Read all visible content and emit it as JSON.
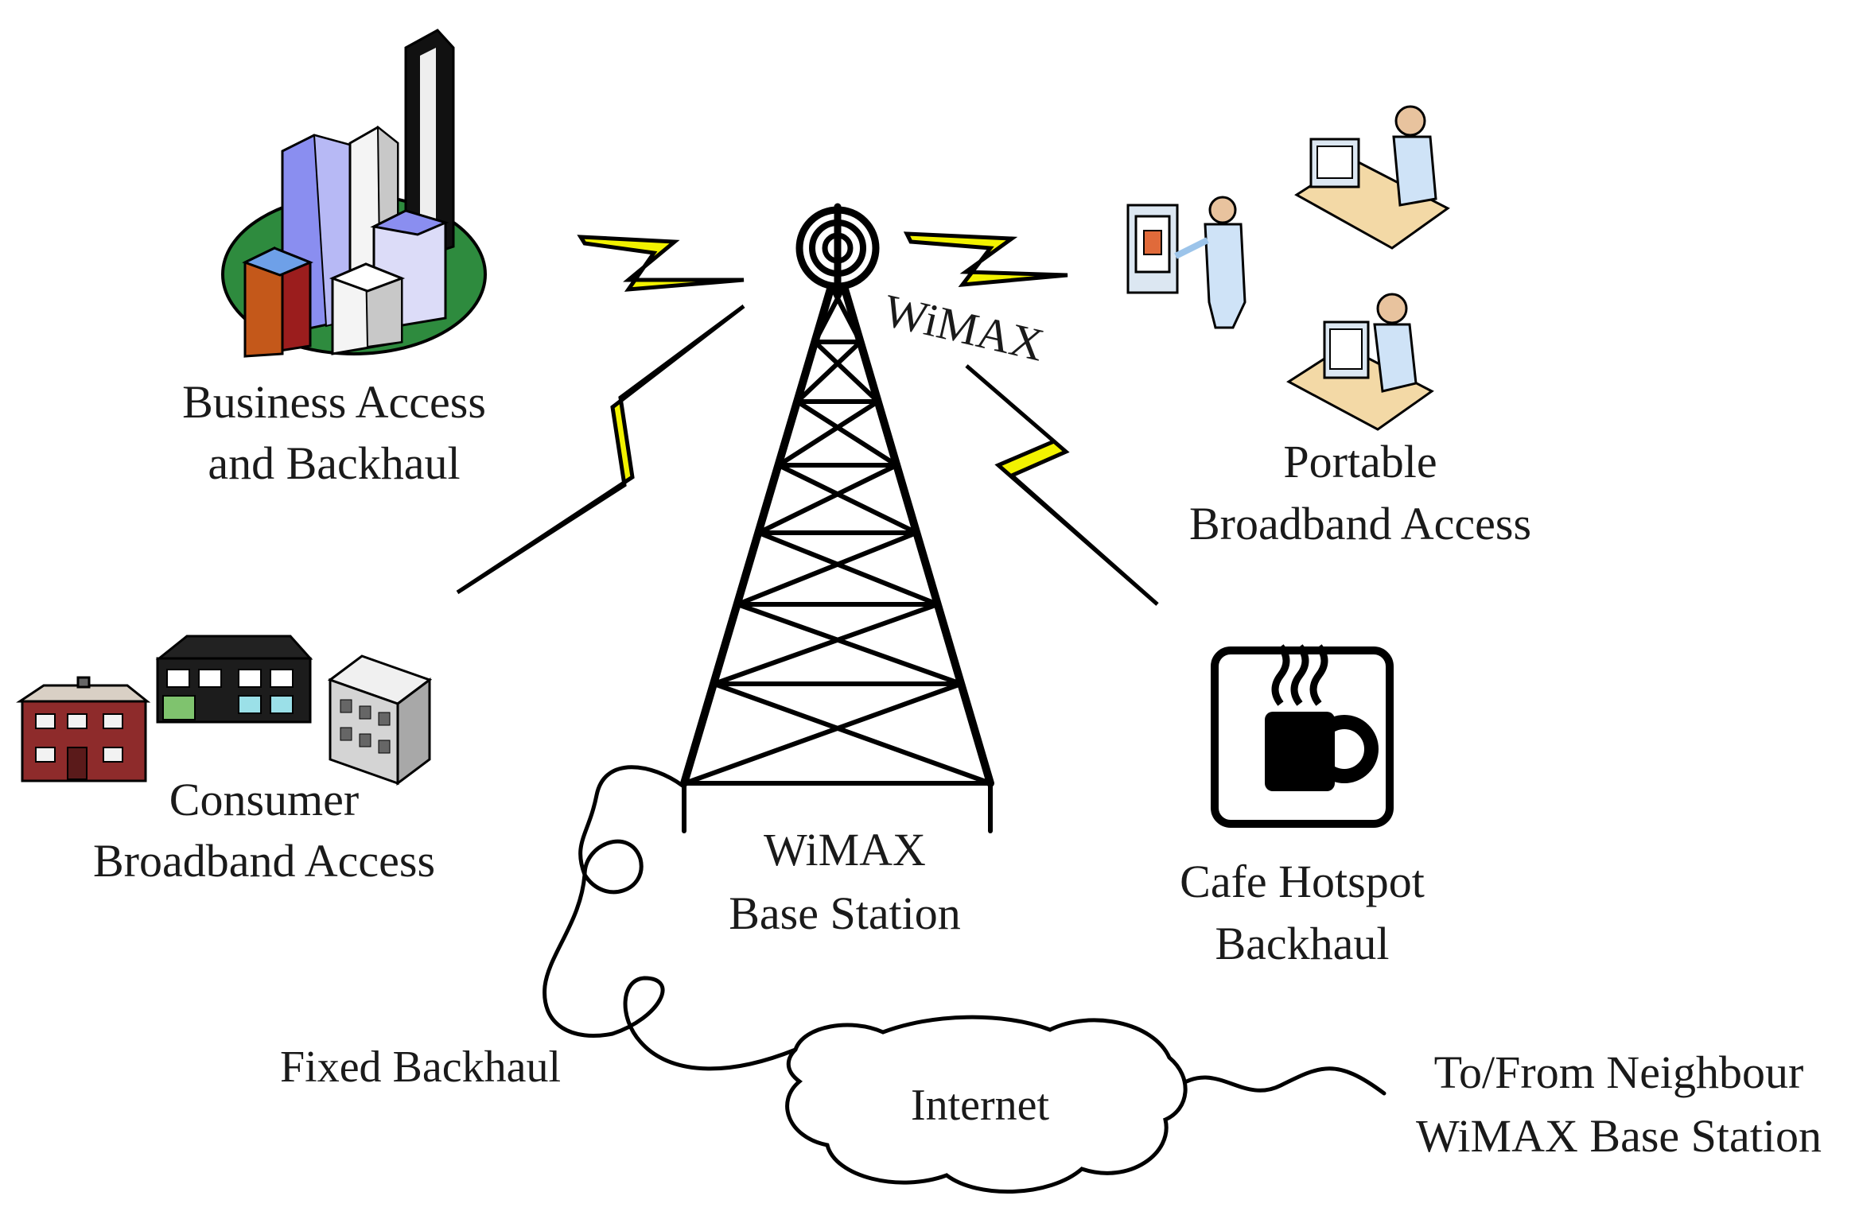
{
  "labels": {
    "business_line1": "Business Access",
    "business_line2": "and Backhaul",
    "portable_line1": "Portable",
    "portable_line2": "Broadband Access",
    "consumer_line1": "Consumer",
    "consumer_line2": "Broadband Access",
    "base_line1": "WiMAX",
    "base_line2": "Base Station",
    "cafe_line1": "Cafe Hotspot",
    "cafe_line2": "Backhaul",
    "wimax_tag": "WiMAX",
    "fixed_backhaul": "Fixed Backhaul",
    "internet": "Internet",
    "neighbour_line1": "To/From Neighbour",
    "neighbour_line2": "WiMAX Base Station"
  },
  "icons": {
    "business": "office-buildings-icon",
    "portable": "laptop-users-icon",
    "consumer": "houses-icon",
    "cafe": "coffee-cup-icon",
    "tower": "radio-tower-icon",
    "cloud": "internet-cloud-icon",
    "signal": "lightning-bolt-icon"
  },
  "colors": {
    "bolt": "#f2f200",
    "ground": "#2e8b3e",
    "building_blue": "#8a8ef0",
    "building_red": "#9b1d1d",
    "building_orange": "#c4581a",
    "line": "#000000"
  }
}
